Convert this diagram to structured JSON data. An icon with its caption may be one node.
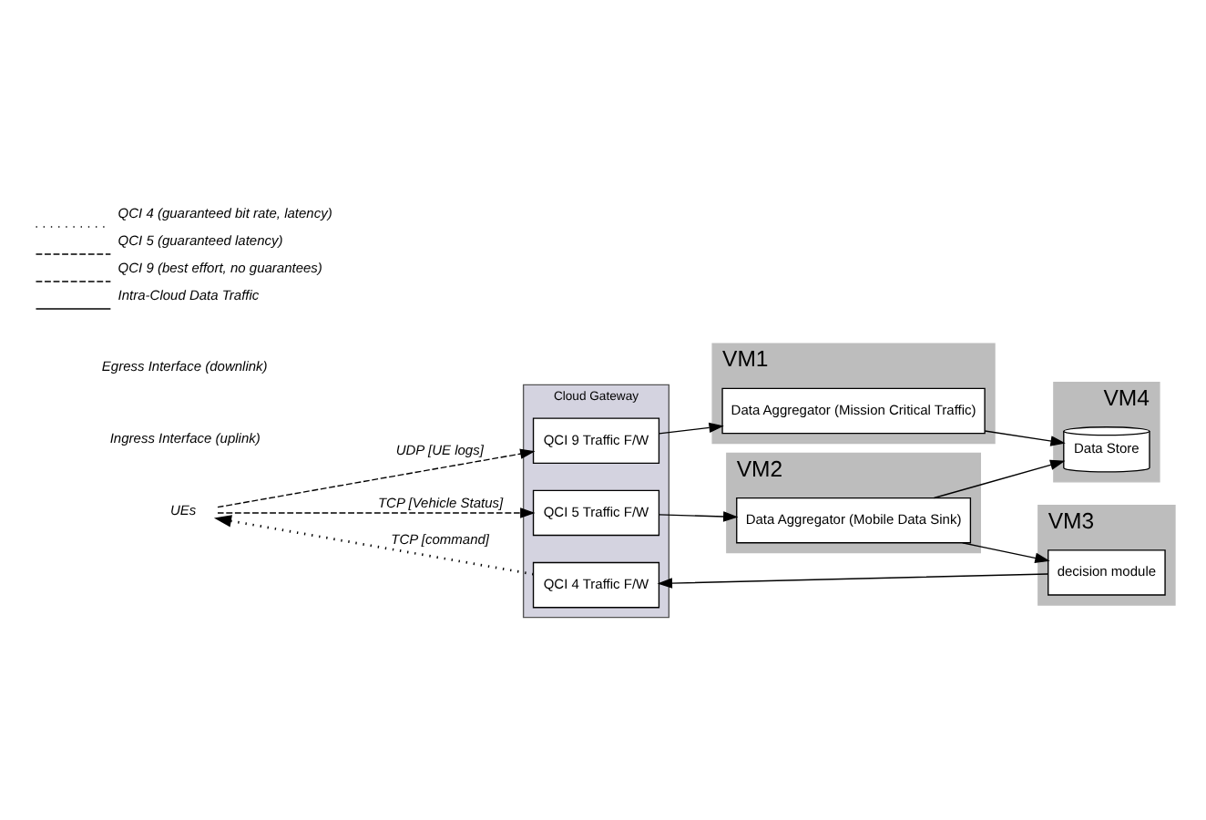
{
  "diagram": {
    "nodes": [
      {
        "text": [
          "Cloud Gateway"
        ]
      },
      {
        "text": [
          "QCI 9 Traffic F/W"
        ],
        "in": 0
      },
      {
        "text": [
          "QCI 5 Traffic F/W"
        ],
        "in": 0
      },
      {
        "text": [
          "QCI 4 Traffic F/W"
        ],
        "in": 0
      },
      {
        "text": [
          "UEs"
        ]
      },
      {
        "text": [
          "VM1"
        ]
      },
      {
        "text": [
          "Data Aggregator (Mission Critical Traffic)"
        ],
        "in": 5
      },
      {
        "text": [
          "VM2"
        ]
      },
      {
        "text": [
          "Data Aggregator (Mobile Data Sink)"
        ],
        "in": 7
      },
      {
        "text": [
          "VM4"
        ]
      },
      {
        "text": [
          "Data Store"
        ],
        "in": 9
      },
      {
        "text": [
          "VM3"
        ]
      },
      {
        "text": [
          "decision module"
        ],
        "in": 11
      }
    ],
    "edges": [
      {
        "from": 4,
        "to": 1,
        "arrow": "to",
        "label": "UDP [UE logs]",
        "style": "dashed"
      },
      {
        "from": 4,
        "to": 2,
        "arrow": "to",
        "label": "TCP [Vehicle Status]",
        "style": "dashed"
      },
      {
        "from": 3,
        "to": 4,
        "arrow": "to",
        "label": "TCP [command]",
        "style": "dashed"
      },
      {
        "from": 1,
        "to": 6,
        "arrow": "to"
      },
      {
        "from": 2,
        "to": 8,
        "arrow": "to"
      },
      {
        "from": 6,
        "to": 10,
        "arrow": "to"
      },
      {
        "from": 8,
        "to": 10,
        "arrow": "to"
      },
      {
        "from": 8,
        "to": 12,
        "arrow": "to"
      },
      {
        "from": 12,
        "to": 3,
        "arrow": "to"
      }
    ],
    "labels": [
      "Ingress Interface (uplink)",
      "Egress Interface (downlink)"
    ],
    "legend": [
      {
        "text": "QCI 4 (guaranteed bit rate, latency)"
      },
      {
        "text": "QCI 5 (guaranteed latency)"
      },
      {
        "text": "QCI 9 (best effort, no guarantees)"
      },
      {
        "text": "Intra-Cloud Data Traffic"
      }
    ]
  }
}
